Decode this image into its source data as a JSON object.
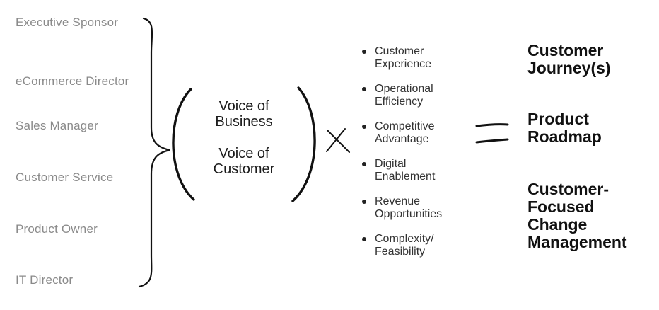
{
  "roles": [
    "Executive Sponsor",
    "eCommerce Director",
    "Sales Manager",
    "Customer Service",
    "Product Owner",
    "IT Director"
  ],
  "voices": [
    {
      "line1": "Voice of",
      "line2": "Business"
    },
    {
      "line1": "Voice of",
      "line2": "Customer"
    }
  ],
  "factors": [
    {
      "line1": "Customer",
      "line2": "Experience"
    },
    {
      "line1": "Operational",
      "line2": "Efficiency"
    },
    {
      "line1": "Competitive",
      "line2": "Advantage"
    },
    {
      "line1": "Digital",
      "line2": "Enablement"
    },
    {
      "line1": "Revenue",
      "line2": "Opportunities"
    },
    {
      "line1": "Complexity/",
      "line2": "Feasibility"
    }
  ],
  "outcomes": [
    "Customer\nJourney(s)",
    "Product\nRoadmap",
    "Customer-\nFocused\nChange\nManagement"
  ],
  "operators": {
    "multiply": "multiply-sign",
    "equals": "equals-sign"
  },
  "colors": {
    "role_text": "#8a8a8a",
    "ink": "#111111"
  }
}
